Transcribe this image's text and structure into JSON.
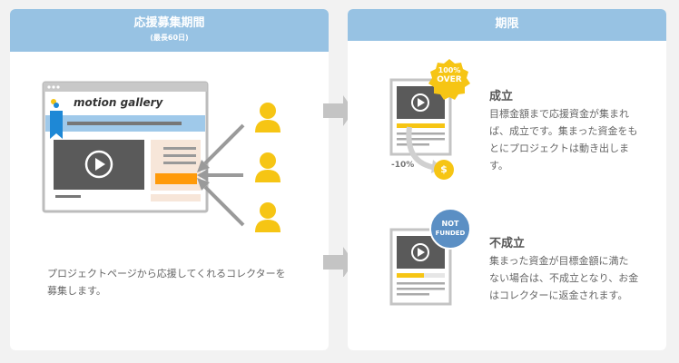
{
  "left_panel": {
    "title": "応援募集期間",
    "subtitle": "(最長60日)",
    "browser_logo_text": "motion gallery",
    "description_line1": "プロジェクトページから応援してくれるコレクターを",
    "description_line2": "募集します。"
  },
  "right_panel": {
    "title": "期限",
    "success": {
      "badge_line1": "100%",
      "badge_line2": "OVER",
      "fee_label": "-10%",
      "coin_symbol": "$",
      "title": "成立",
      "desc_line1": "目標金額まで応援資金が集まれ",
      "desc_line2": "ば、成立です。集まった資金をも",
      "desc_line3": "とにプロジェクトは動き出しま",
      "desc_line4": "す。"
    },
    "failure": {
      "badge_line1": "NOT",
      "badge_line2": "FUNDED",
      "title": "不成立",
      "desc_line1": "集まった資金が目標金額に満た",
      "desc_line2": "ない場合は、不成立となり、お金",
      "desc_line3": "はコレクターに返金されます。"
    }
  },
  "colors": {
    "header_blue": "#97c2e3",
    "accent_yellow": "#f6c514",
    "accent_orange": "#ff9a0a",
    "badge_blue": "#5b8fc4",
    "bookmark_blue": "#1e88d6"
  },
  "icons": [
    "play-icon",
    "user-icon",
    "arrow-right-icon",
    "dollar-coin-icon",
    "bookmark-icon"
  ]
}
